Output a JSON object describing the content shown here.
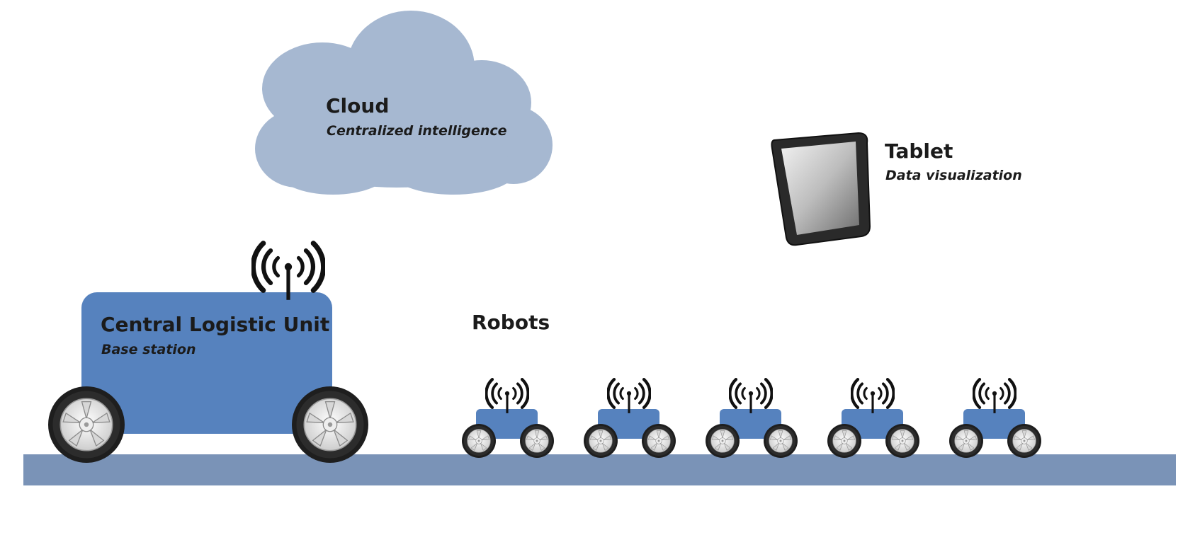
{
  "cloud": {
    "title": "Cloud",
    "subtitle": "Centralized intelligence",
    "color": "#a6b8d1"
  },
  "tablet": {
    "title": "Tablet",
    "subtitle": "Data visualization"
  },
  "base_station": {
    "title": "Central Logistic Unit",
    "subtitle": "Base station",
    "color": "#5682be"
  },
  "robots": {
    "title": "Robots",
    "count": 5,
    "color": "#5682be"
  },
  "ground": {
    "color": "#7a93b7"
  },
  "icons": {
    "wireless": "wireless-antenna-icon",
    "wheel": "wheel-icon"
  }
}
